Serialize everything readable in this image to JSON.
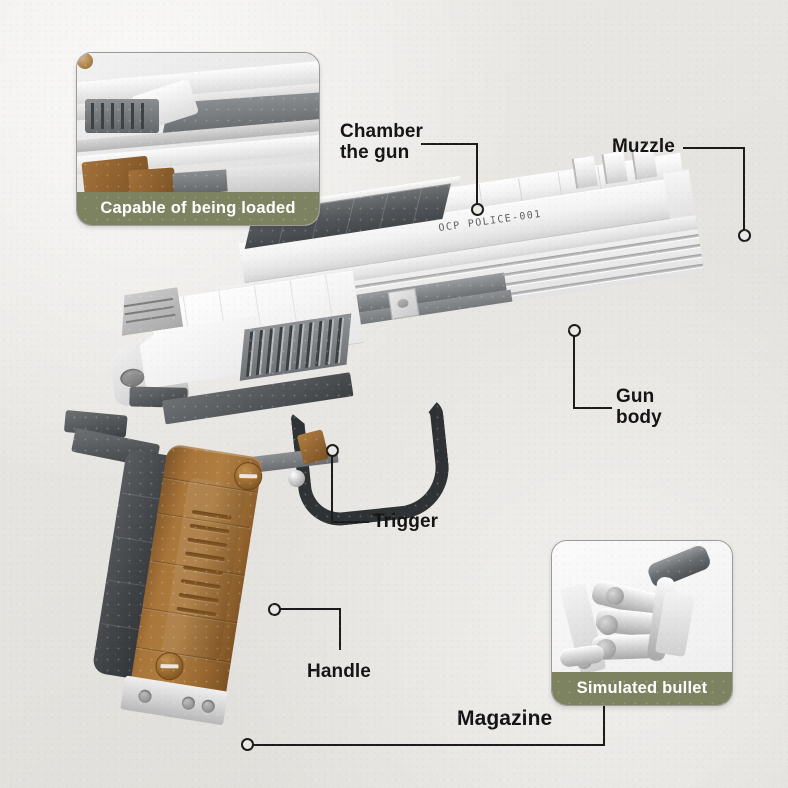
{
  "page": {
    "background_color": "#e8e7e4",
    "product_marking": "OCP POLICE-001"
  },
  "callouts": [
    {
      "id": "chamber",
      "label": "Chamber\nthe gun"
    },
    {
      "id": "muzzle",
      "label": "Muzzle"
    },
    {
      "id": "gun_body",
      "label": "Gun\nbody"
    },
    {
      "id": "trigger",
      "label": "Trigger"
    },
    {
      "id": "handle",
      "label": "Handle"
    },
    {
      "id": "magazine",
      "label": "Magazine"
    }
  ],
  "insets": [
    {
      "id": "loaded",
      "caption": "Capable of being loaded",
      "caption_bg": "#7d8261",
      "caption_color": "#ffffff"
    },
    {
      "id": "bullet",
      "caption": "Simulated bullet",
      "caption_bg": "#7d8261",
      "caption_color": "#ffffff"
    }
  ],
  "colors": {
    "accent_olive": "#7d8261",
    "lead_line": "#1b1b1b",
    "label_text": "#141414",
    "grip_brown": "#a97539",
    "slide_white": "#f4f4f4",
    "frame_gray": "#7e8184",
    "dark_gray": "#3f4245"
  }
}
